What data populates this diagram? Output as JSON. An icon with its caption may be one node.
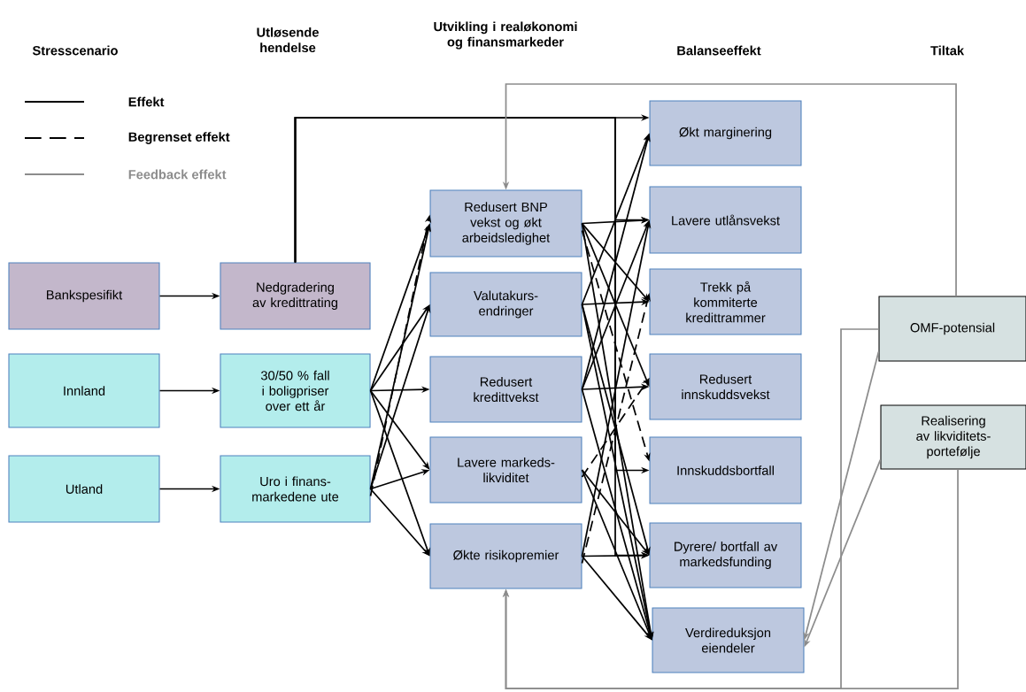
{
  "diagram": {
    "nodes": [
      {
        "text": [
          "Bankspesifikt"
        ]
      },
      {
        "text": [
          "Innland"
        ]
      },
      {
        "text": [
          "Utland"
        ]
      },
      {
        "text": [
          "Nedgradering av kredittrating"
        ]
      },
      {
        "text": [
          "30/50 % fall i boligpriser over ett år"
        ]
      },
      {
        "text": [
          "Uro i finans-markedene ute"
        ]
      },
      {
        "text": [
          "Redusert BNP vekst og økt arbeidsledighet"
        ]
      },
      {
        "text": [
          "Valutakurs-endringer"
        ]
      },
      {
        "text": [
          "Redusert kredittvekst"
        ]
      },
      {
        "text": [
          "Lavere markeds-likviditet"
        ]
      },
      {
        "text": [
          "Økte risikopremier"
        ]
      },
      {
        "text": [
          "Økt marginering"
        ]
      },
      {
        "text": [
          "Lavere utlånsvekst"
        ]
      },
      {
        "text": [
          "Trekk på kommiterte kredittrammer"
        ]
      },
      {
        "text": [
          "Redusert innskuddsvekst"
        ]
      },
      {
        "text": [
          "Innskuddsbortfall"
        ]
      },
      {
        "text": [
          "Dyrere/ bortfall av markedsfunding"
        ]
      },
      {
        "text": [
          "Verdireduksjon eiendeler"
        ]
      },
      {
        "text": [
          "OMF-potensial"
        ]
      },
      {
        "text": [
          "Realisering av likviditets-portefølje"
        ]
      }
    ],
    "edges": [
      {
        "from": 0,
        "to": 3,
        "arrow": "to"
      },
      {
        "from": 1,
        "to": 4,
        "arrow": "to"
      },
      {
        "from": 2,
        "to": 5,
        "arrow": "to"
      },
      {
        "from": 3,
        "to": 11,
        "arrow": "to"
      },
      {
        "from": 3,
        "to": 12,
        "arrow": "to"
      },
      {
        "from": 3,
        "to": 15,
        "arrow": "to"
      },
      {
        "from": 3,
        "to": 16,
        "arrow": "to"
      },
      {
        "from": 4,
        "to": 6,
        "arrow": "to"
      },
      {
        "from": 4,
        "to": 7,
        "arrow": "to"
      },
      {
        "from": 4,
        "to": 8,
        "arrow": "to"
      },
      {
        "from": 4,
        "to": 9,
        "arrow": "to"
      },
      {
        "from": 4,
        "to": 10,
        "arrow": "to"
      },
      {
        "from": 5,
        "to": 6,
        "arrow": "to"
      },
      {
        "from": 5,
        "to": 6,
        "arrow": "to",
        "style": "dashed"
      },
      {
        "from": 5,
        "to": 7,
        "arrow": "to"
      },
      {
        "from": 5,
        "to": 9,
        "arrow": "to"
      },
      {
        "from": 5,
        "to": 10,
        "arrow": "to"
      },
      {
        "from": 6,
        "to": 12,
        "arrow": "to"
      },
      {
        "from": 6,
        "to": 13,
        "arrow": "to"
      },
      {
        "from": 6,
        "to": 14,
        "arrow": "to"
      },
      {
        "from": 6,
        "to": 17,
        "arrow": "to"
      },
      {
        "from": 6,
        "to": 15,
        "arrow": "to",
        "style": "dashed"
      },
      {
        "from": 7,
        "to": 11,
        "arrow": "to"
      },
      {
        "from": 7,
        "to": 13,
        "arrow": "to"
      },
      {
        "from": 7,
        "to": 16,
        "arrow": "to"
      },
      {
        "from": 7,
        "to": 17,
        "arrow": "to"
      },
      {
        "from": 8,
        "to": 11,
        "arrow": "to"
      },
      {
        "from": 8,
        "to": 12,
        "arrow": "to"
      },
      {
        "from": 8,
        "to": 14,
        "arrow": "to"
      },
      {
        "from": 8,
        "to": 17,
        "arrow": "to"
      },
      {
        "from": 9,
        "to": 14,
        "arrow": "to",
        "style": "dashed"
      },
      {
        "from": 9,
        "to": 16,
        "arrow": "to"
      },
      {
        "from": 9,
        "to": 17,
        "arrow": "to"
      },
      {
        "from": 10,
        "to": 12,
        "arrow": "to"
      },
      {
        "from": 10,
        "to": 13,
        "arrow": "to",
        "style": "dashed"
      },
      {
        "from": 10,
        "to": 16,
        "arrow": "to"
      },
      {
        "from": 10,
        "to": 17,
        "arrow": "to"
      },
      {
        "from": 18,
        "to": 6,
        "arrow": "to",
        "color": "#8c8c8c"
      },
      {
        "from": 18,
        "to": 10,
        "arrow": "to",
        "color": "#8c8c8c"
      },
      {
        "from": 19,
        "to": 10,
        "arrow": "to",
        "color": "#8c8c8c"
      },
      {
        "from": 18,
        "to": 17,
        "arrow": "to",
        "color": "#8c8c8c"
      },
      {
        "from": 19,
        "to": 17,
        "arrow": "to",
        "color": "#8c8c8c"
      }
    ],
    "labels": [
      "Stresscenario",
      "Utløsende hendelse",
      "Utvikling i realøkonomi og finansmarkeder",
      "Balanseeffekt",
      "Tiltak"
    ],
    "legend": [
      {
        "text": "Effekt"
      },
      {
        "text": "Begrenset effekt"
      },
      {
        "text": "Feedback effekt"
      }
    ]
  }
}
